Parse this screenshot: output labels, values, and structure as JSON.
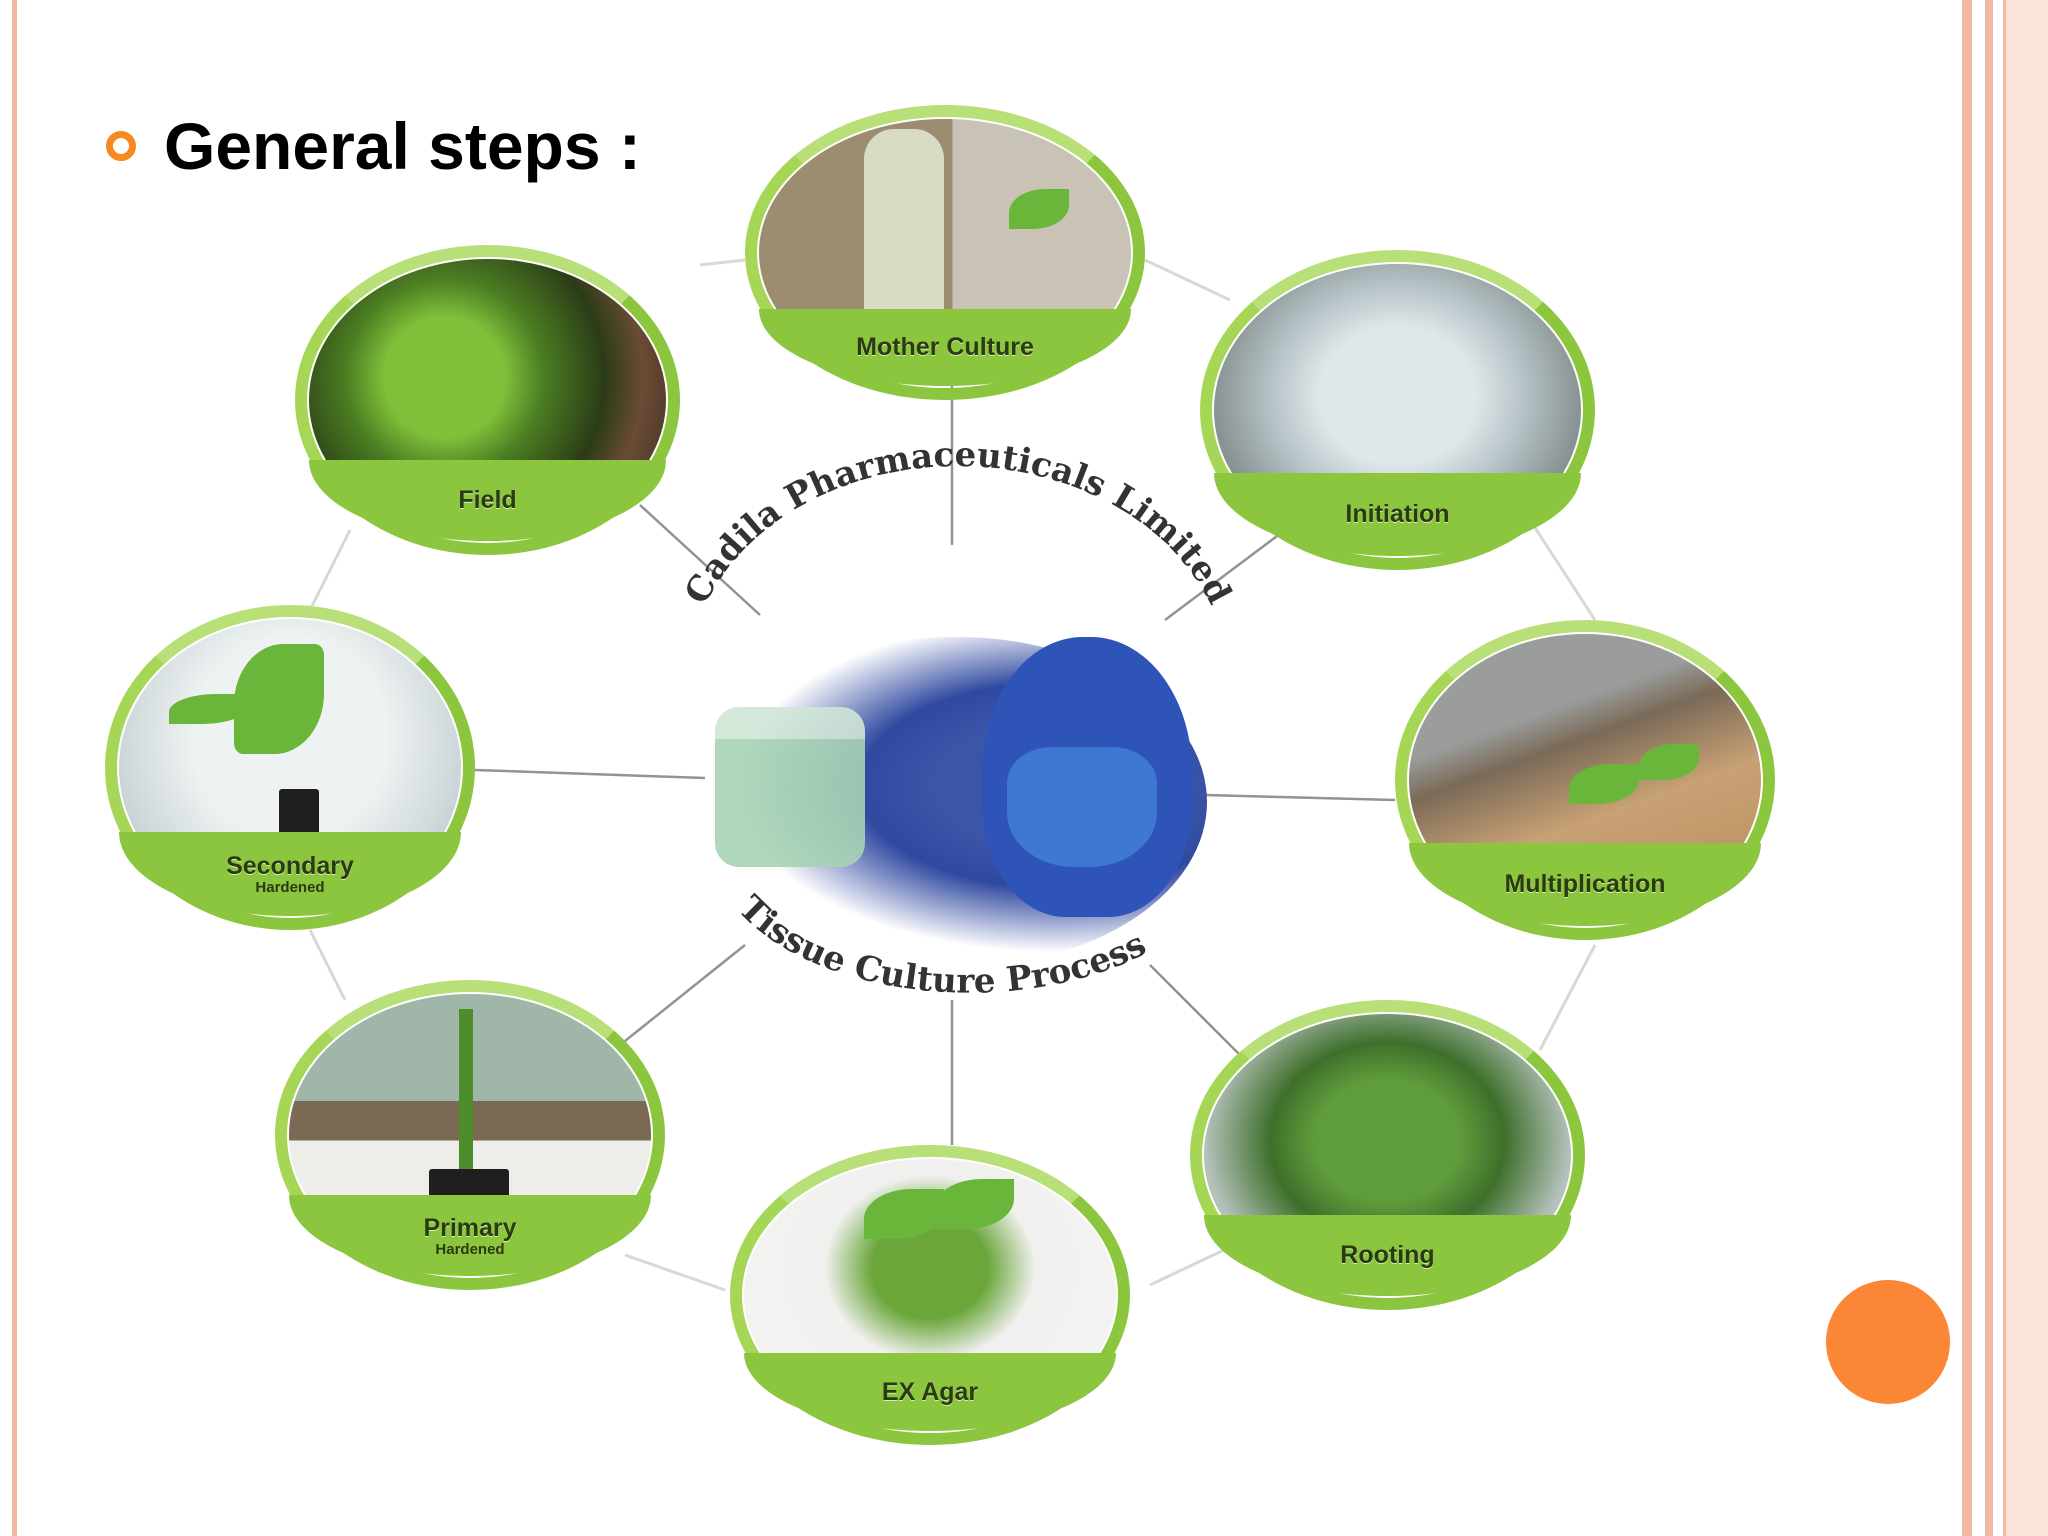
{
  "slide": {
    "heading": "General steps :",
    "accent_color": "#f6891f",
    "decor_dot_color": "#fb8636"
  },
  "diagram": {
    "center_top_text": "Cadila Pharmaceuticals Limited",
    "center_bottom_text": "Tissue Culture Process",
    "steps": [
      {
        "label": "Mother Culture",
        "sublabel": ""
      },
      {
        "label": "Initiation",
        "sublabel": ""
      },
      {
        "label": "Multiplication",
        "sublabel": ""
      },
      {
        "label": "Rooting",
        "sublabel": ""
      },
      {
        "label": "EX Agar",
        "sublabel": ""
      },
      {
        "label": "Primary",
        "sublabel": "Hardened"
      },
      {
        "label": "Secondary",
        "sublabel": "Hardened"
      },
      {
        "label": "Field",
        "sublabel": ""
      }
    ],
    "ring_color": "#8cc63f"
  }
}
